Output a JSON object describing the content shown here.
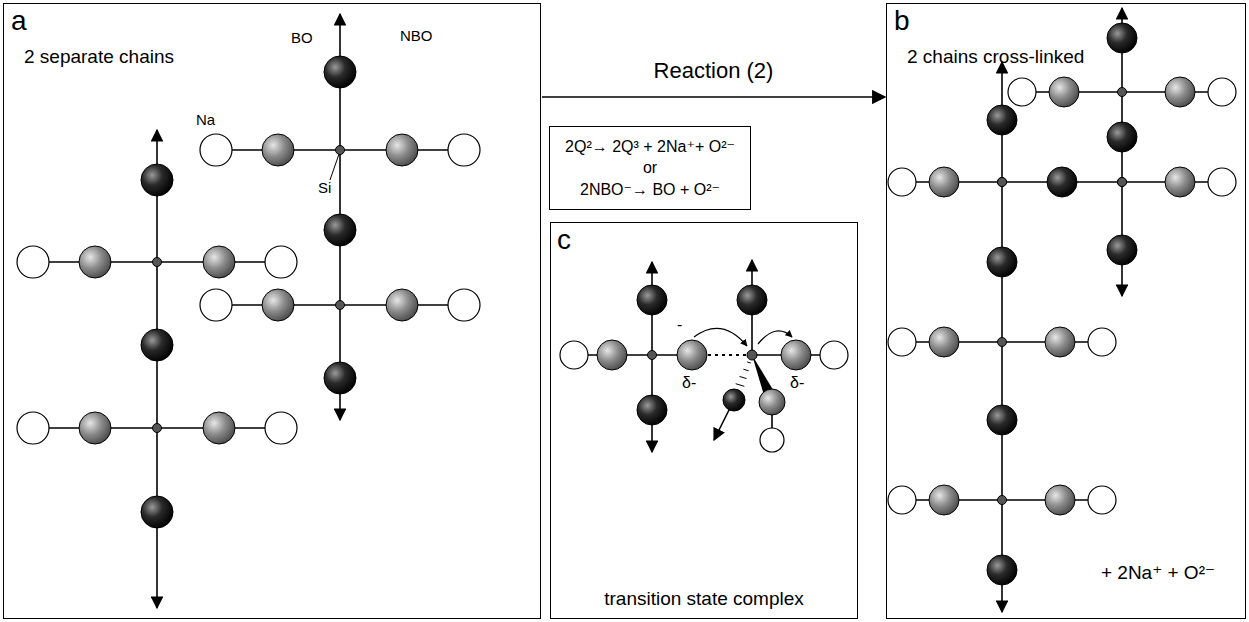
{
  "diagram": {
    "nodes": [
      {
        "text": [
          "a",
          "2 separate chains"
        ]
      },
      {
        "text": [
          "2Q²→ 2Q³ + 2Na⁺+ O²⁻",
          "or",
          "2NBO⁻→ BO + O²⁻"
        ]
      },
      {
        "text": [
          "c",
          "transition state complex"
        ]
      },
      {
        "text": [
          "b",
          "2 chains cross-linked",
          "+ 2Na⁺ + O²⁻"
        ]
      }
    ],
    "edges": [
      {
        "from": 0,
        "to": 3,
        "label": "Reaction (2)",
        "arrow": "to"
      }
    ],
    "labels": [
      "BO",
      "NBO",
      "Na",
      "Si",
      "-",
      "δ-",
      "δ-"
    ]
  }
}
